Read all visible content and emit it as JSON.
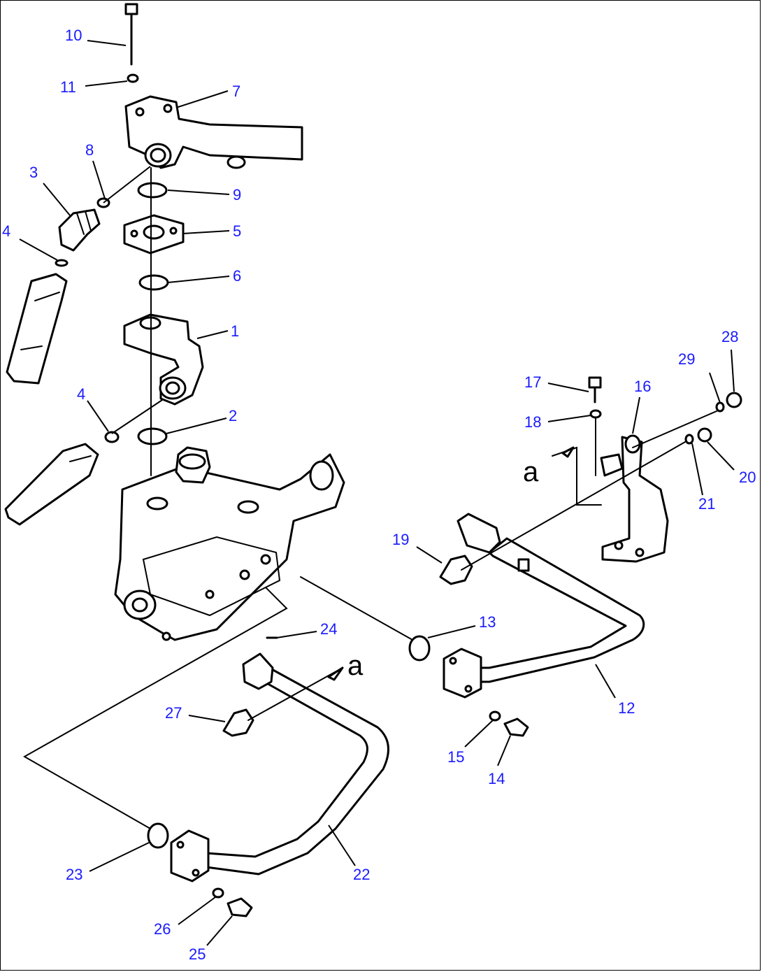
{
  "diagram": {
    "callouts": [
      {
        "id": "c1",
        "label": "1"
      },
      {
        "id": "c2",
        "label": "2"
      },
      {
        "id": "c3",
        "label": "3"
      },
      {
        "id": "c4a",
        "label": "4"
      },
      {
        "id": "c4b",
        "label": "4"
      },
      {
        "id": "c5",
        "label": "5"
      },
      {
        "id": "c6",
        "label": "6"
      },
      {
        "id": "c7",
        "label": "7"
      },
      {
        "id": "c8",
        "label": "8"
      },
      {
        "id": "c9",
        "label": "9"
      },
      {
        "id": "c10",
        "label": "10"
      },
      {
        "id": "c11",
        "label": "11"
      },
      {
        "id": "c12",
        "label": "12"
      },
      {
        "id": "c13",
        "label": "13"
      },
      {
        "id": "c14",
        "label": "14"
      },
      {
        "id": "c15",
        "label": "15"
      },
      {
        "id": "c16",
        "label": "16"
      },
      {
        "id": "c17",
        "label": "17"
      },
      {
        "id": "c18",
        "label": "18"
      },
      {
        "id": "c19",
        "label": "19"
      },
      {
        "id": "c20",
        "label": "20"
      },
      {
        "id": "c21",
        "label": "21"
      },
      {
        "id": "c22",
        "label": "22"
      },
      {
        "id": "c23",
        "label": "23"
      },
      {
        "id": "c24",
        "label": "24"
      },
      {
        "id": "c25",
        "label": "25"
      },
      {
        "id": "c26",
        "label": "26"
      },
      {
        "id": "c27",
        "label": "27"
      },
      {
        "id": "c28",
        "label": "28"
      },
      {
        "id": "c29",
        "label": "29"
      }
    ],
    "refs": [
      {
        "id": "ra1",
        "label": "a"
      },
      {
        "id": "ra2",
        "label": "a"
      }
    ],
    "colors": {
      "callout": "#1a1aff",
      "line": "#000000",
      "background": "#ffffff"
    }
  }
}
